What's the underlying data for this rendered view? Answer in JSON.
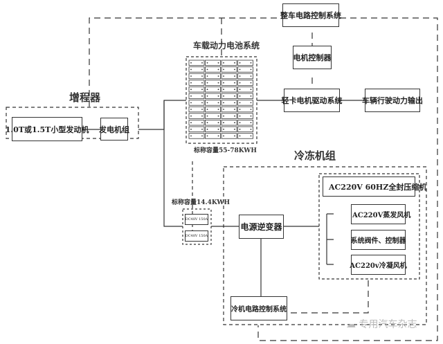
{
  "range_extender": {
    "title": "增程器",
    "engine": "1.0T或1.5T小型发动机",
    "generator": "发电机组"
  },
  "battery_system": {
    "title": "车载动力电池系统",
    "capacity": "标称容量55-78KWH",
    "rows": 12,
    "cols": 4
  },
  "vehicle_control": "整车电路控制系统",
  "motor_controller": "电机控制器",
  "drive_system": "轻卡电机驱动系统",
  "power_output": "车辆行驶动力输出",
  "aux_battery": {
    "capacity": "标称容量14.4KWH",
    "cells": [
      "DC48V  150A",
      "DC48V  150A"
    ]
  },
  "inverter": "电源逆变器",
  "refrigeration": {
    "title": "冷冻机组",
    "compressor": "AC220V 60HZ全封压缩机",
    "evaporator_fan": "AC220V蒸发风机",
    "valves_controller": "系统阀件、控制器",
    "condenser_fan": "AC220v冷凝风机",
    "control_system": "冷机电路控制系统"
  },
  "watermark": "专用汽车杂志"
}
